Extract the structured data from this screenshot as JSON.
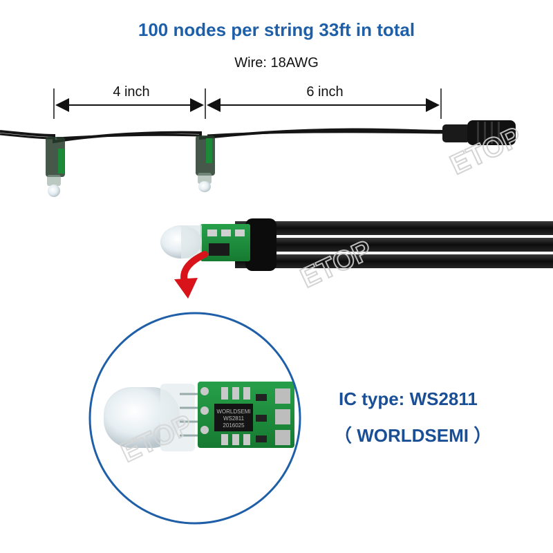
{
  "header": {
    "title": "100 nodes per string 33ft in total",
    "wire_spec": "Wire: 18AWG"
  },
  "dimensions": {
    "left_spacing": "4 inch",
    "right_spacing": "6 inch"
  },
  "ic_info": {
    "type_line": "IC type: WS2811",
    "brand_line": "（ WORLDSEMI ）"
  },
  "chip_marking": {
    "line1": "WORLDSEMI",
    "line2": "WS2811",
    "line3": "2016025"
  },
  "watermark": "ETOP",
  "colors": {
    "title": "#1f5fa8",
    "ic_text": "#1a4f96",
    "circle_border": "#1f5fa8",
    "arrow": "#d8141a",
    "pcb": "#1d8a3a",
    "wire": "#151515"
  }
}
